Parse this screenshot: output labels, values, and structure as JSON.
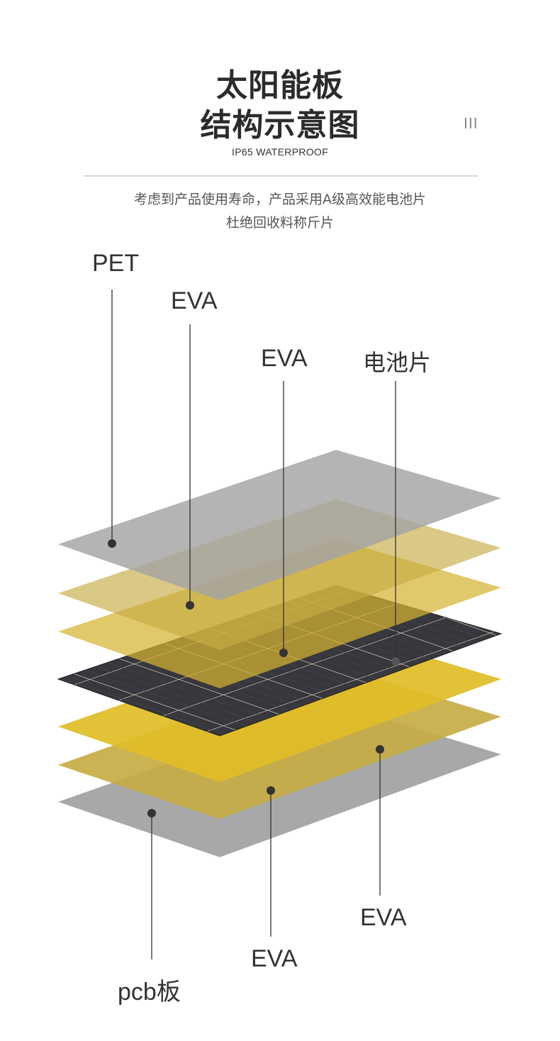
{
  "header": {
    "title_line1": "太阳能板",
    "title_line2": "结构示意图",
    "decoration": "III",
    "subtitle": "IP65 WATERPROOF"
  },
  "description": {
    "line1": "考虑到产品使用寿命，产品采用A级高效能电池片",
    "line2": "杜绝回收料称斤片"
  },
  "labels": {
    "pet": "PET",
    "eva_top1": "EVA",
    "eva_top2": "EVA",
    "cell": "电池片",
    "eva_bottom_right": "EVA",
    "eva_bottom_mid": "EVA",
    "pcb": "pcb板"
  },
  "colors": {
    "gray_layer": "#a8a8a8",
    "light_eva": "#c9b24a",
    "gold_eva": "#d7b52a",
    "cell_dark": "#2c2c30",
    "leader": "#333333"
  }
}
